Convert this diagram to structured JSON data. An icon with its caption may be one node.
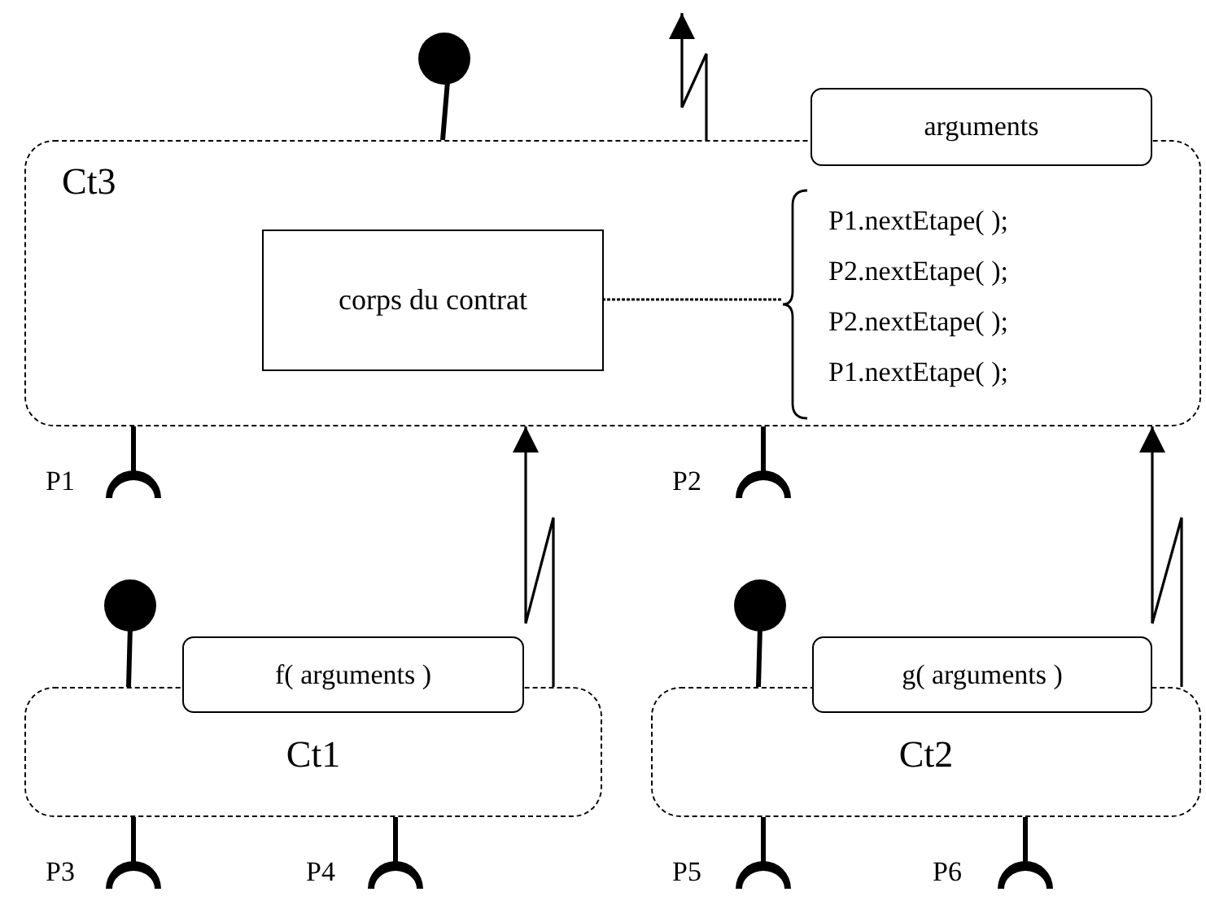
{
  "diagram": {
    "nodes": [
      {
        "text": [
          "Ct3"
        ]
      },
      {
        "text": [
          "arguments"
        ]
      },
      {
        "text": [
          "corps du contrat"
        ],
        "in": 0
      },
      {
        "text": [
          "P1.nextEtape( );",
          "P2.nextEtape( );",
          "P2.nextEtape( );",
          "P1.nextEtape( );"
        ],
        "in": 0
      },
      {
        "text": [
          "Ct1"
        ]
      },
      {
        "text": [
          "f( arguments )"
        ]
      },
      {
        "text": [
          "Ct2"
        ]
      },
      {
        "text": [
          "g( arguments )"
        ]
      }
    ],
    "edges": [
      {
        "from": 2,
        "to": 3,
        "arrow": "none",
        "style": "dashed"
      },
      {
        "from": 0,
        "to": null,
        "arrow": "to"
      },
      {
        "from": 4,
        "to": 0,
        "arrow": "to"
      },
      {
        "from": 6,
        "to": 0,
        "arrow": "to"
      }
    ],
    "labels": [
      "P1",
      "P2",
      "P3",
      "P4",
      "P5",
      "P6"
    ]
  }
}
